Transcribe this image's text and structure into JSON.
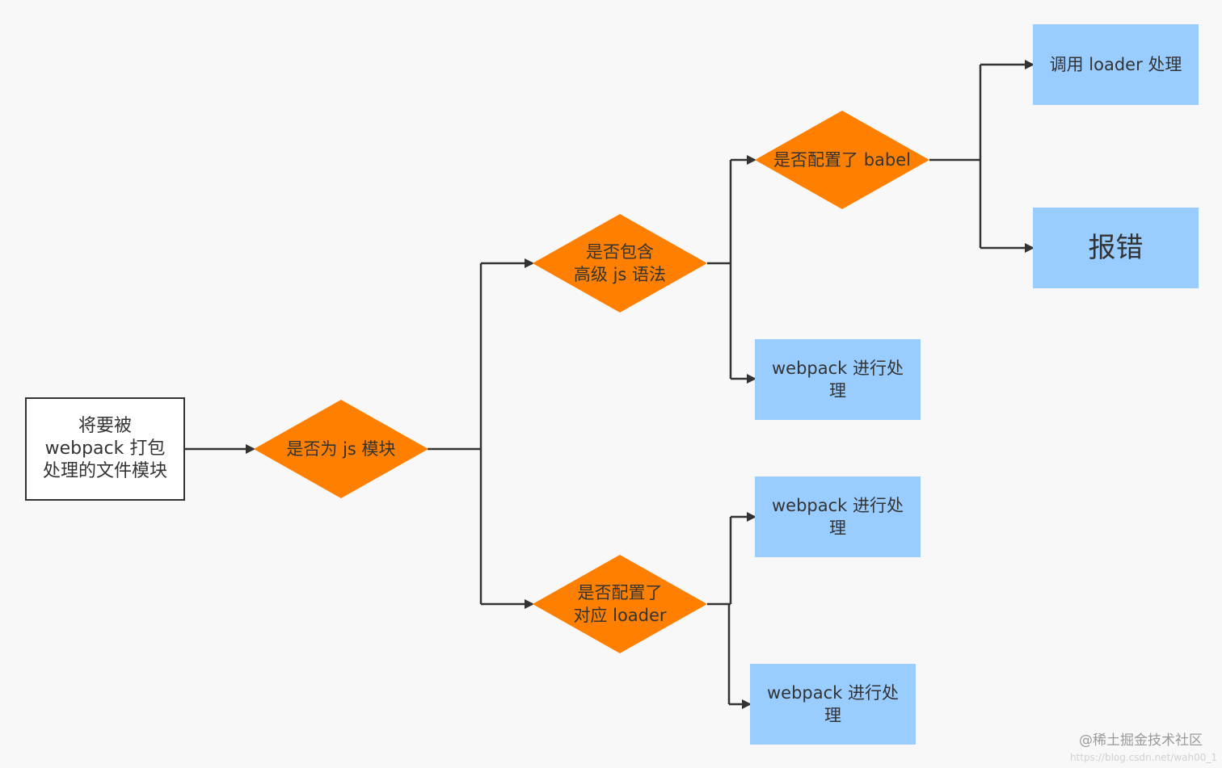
{
  "nodes": {
    "start": "将要被\nwebpack 打包\n处理的文件模块",
    "is_js_module": "是否为 js 模块",
    "has_advanced_js": "是否包含\n高级 js 语法",
    "has_babel": "是否配置了 babel",
    "call_loader": "调用 loader 处理",
    "report_error": "报错",
    "webpack_process_1": "webpack 进行处\n理",
    "webpack_process_2": "webpack 进行处\n理",
    "webpack_process_3": "webpack 进行处\n理",
    "has_loader_config": "是否配置了\n对应 loader"
  },
  "watermark": {
    "site": "@稀土掘金技术社区",
    "url": "https://blog.csdn.net/wah00_1"
  },
  "colors": {
    "decision": "#ff8000",
    "process": "#99ccff",
    "edge": "#333333",
    "background": "#f8f8f8"
  }
}
